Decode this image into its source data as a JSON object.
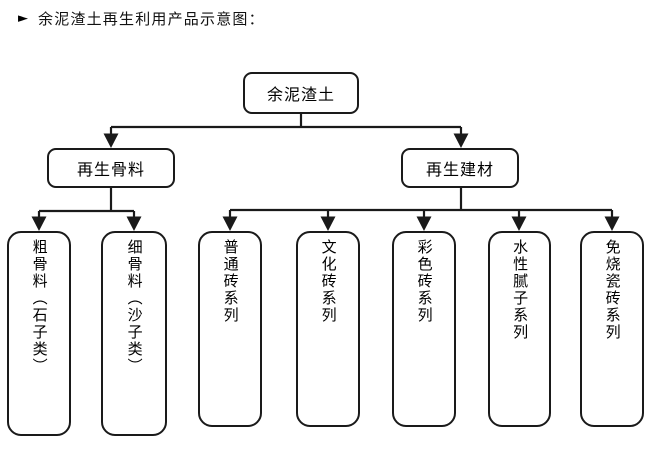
{
  "heading": {
    "marker": "►",
    "text": "余泥渣土再生利用产品示意图："
  },
  "diagram": {
    "type": "tree",
    "root": {
      "label": "余泥渣土"
    },
    "level2": [
      {
        "label": "再生骨料"
      },
      {
        "label": "再生建材"
      }
    ],
    "leaves": [
      {
        "label": "粗骨料（石子类）",
        "parent": "再生骨料"
      },
      {
        "label": "细骨料（沙子类）",
        "parent": "再生骨料"
      },
      {
        "label": "普通砖系列",
        "parent": "再生建材"
      },
      {
        "label": "文化砖系列",
        "parent": "再生建材"
      },
      {
        "label": "彩色砖系列",
        "parent": "再生建材"
      },
      {
        "label": "水性腻子系列",
        "parent": "再生建材"
      },
      {
        "label": "免烧瓷砖系列",
        "parent": "再生建材"
      }
    ],
    "colors": {
      "line": "#1a1a1a",
      "box_border": "#1a1a1a",
      "box_fill": "#ffffff",
      "text": "#000000",
      "background": "#ffffff"
    }
  }
}
